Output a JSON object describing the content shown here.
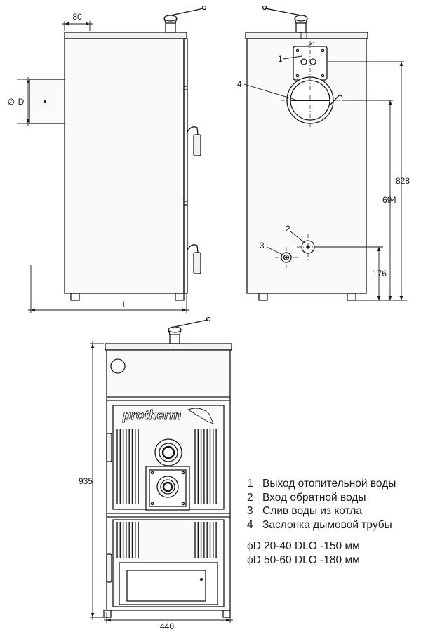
{
  "dimensions": {
    "top_offset": "80",
    "diameter": "D",
    "length": "L",
    "height_828": "828",
    "height_694": "694",
    "height_176": "176",
    "height_935": "935",
    "width_440": "440"
  },
  "callouts": [
    "1",
    "2",
    "3",
    "4"
  ],
  "brand": "protherm",
  "legend": {
    "items": [
      {
        "num": "1",
        "text": "Выход отопительной воды"
      },
      {
        "num": "2",
        "text": "Вход обратной воды"
      },
      {
        "num": "3",
        "text": "Слив воды из котла"
      },
      {
        "num": "4",
        "text": "Заслонка дымовой трубы"
      }
    ],
    "diameters": [
      {
        "symbol": "ϕD",
        "text": "20-40 DLO -150 мм"
      },
      {
        "symbol": "ϕD",
        "text": "50-60 DLO -180 мм"
      }
    ]
  }
}
